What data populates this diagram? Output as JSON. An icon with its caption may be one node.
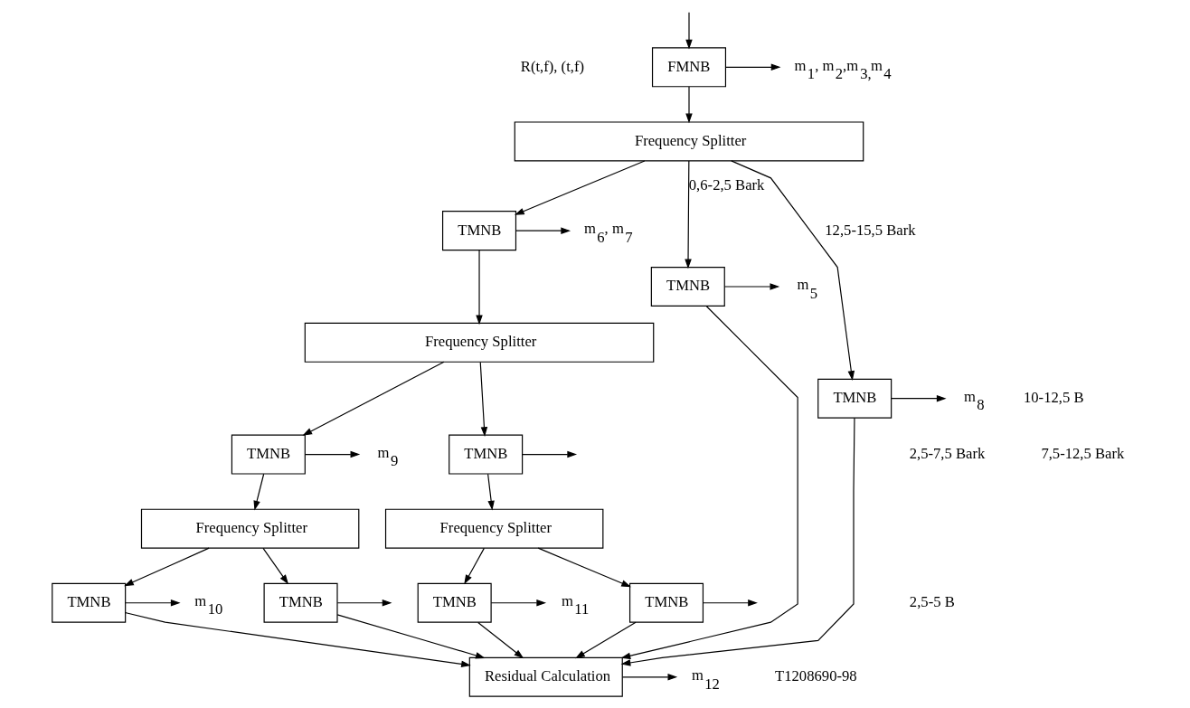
{
  "diagram": {
    "nodes": [
      {
        "text": [
          "FMNB"
        ]
      },
      {
        "text": [
          "m$_{1}$, m$_{2}$,m$_{3,}$m$_{4}$"
        ]
      },
      {
        "text": [
          "Frequency Splitter"
        ]
      },
      {
        "text": [
          "TMNB"
        ]
      },
      {
        "text": [
          "m$_{6}$, m$_{7}$"
        ]
      },
      {
        "text": [
          "Frequency Splitter"
        ]
      },
      {
        "text": [
          "TMNB"
        ]
      },
      {
        "text": [
          "m$_{9}$"
        ]
      },
      {
        "text": [
          "TMNB"
        ]
      },
      {
        "text": [
          "Frequency Splitter"
        ]
      },
      {
        "text": [
          "Frequency Splitter"
        ]
      },
      {
        "text": [
          "TMNB"
        ]
      },
      {
        "text": [
          "m$_{5}$"
        ]
      },
      {
        "text": [
          "TMNB"
        ]
      },
      {
        "text": [
          "m$_{10}$"
        ]
      },
      {
        "text": [
          "TMNB"
        ]
      },
      {
        "text": [
          "TMNB"
        ]
      },
      {
        "text": [
          "m$_{11}$"
        ]
      },
      {
        "text": [
          "TMNB"
        ]
      },
      {
        "text": [
          "TMNB"
        ]
      },
      {
        "text": [
          "m$_{8}$"
        ]
      },
      {
        "text": [
          "Residual Calculation"
        ]
      },
      {
        "text": [
          "m$_{12}$"
        ]
      }
    ],
    "edges": [
      {
        "from": null,
        "to": 0,
        "arrow": "to"
      },
      {
        "from": 0,
        "to": 1,
        "arrow": "to"
      },
      {
        "from": 0,
        "to": 2,
        "arrow": "to"
      },
      {
        "from": 2,
        "to": 11,
        "arrow": "to",
        "label": "0,6-2,5 Bark"
      },
      {
        "from": 2,
        "to": 3,
        "arrow": "to"
      },
      {
        "from": 2,
        "to": 19,
        "arrow": "to",
        "label": "12,5-15,5 Bark"
      },
      {
        "from": 3,
        "to": 4,
        "arrow": "to"
      },
      {
        "from": 3,
        "to": 5,
        "arrow": "to"
      },
      {
        "from": 5,
        "to": 6,
        "arrow": "to"
      },
      {
        "from": 5,
        "to": 8,
        "arrow": "to"
      },
      {
        "from": 6,
        "to": 7,
        "arrow": "to"
      },
      {
        "from": 8,
        "to": null,
        "arrow": "to"
      },
      {
        "from": 6,
        "to": 9,
        "arrow": "to"
      },
      {
        "from": 8,
        "to": 10,
        "arrow": "to"
      },
      {
        "from": 9,
        "to": 13,
        "arrow": "to"
      },
      {
        "from": 9,
        "to": 15,
        "arrow": "to"
      },
      {
        "from": 10,
        "to": 16,
        "arrow": "to"
      },
      {
        "from": 10,
        "to": 18,
        "arrow": "to"
      },
      {
        "from": 11,
        "to": 12,
        "arrow": "to"
      },
      {
        "from": 13,
        "to": 14,
        "arrow": "to"
      },
      {
        "from": 15,
        "to": null,
        "arrow": "to"
      },
      {
        "from": 16,
        "to": 17,
        "arrow": "to"
      },
      {
        "from": 18,
        "to": null,
        "arrow": "to"
      },
      {
        "from": 19,
        "to": 20,
        "arrow": "to"
      },
      {
        "from": 11,
        "to": 21,
        "arrow": "to"
      },
      {
        "from": 13,
        "to": 21,
        "arrow": "to"
      },
      {
        "from": 15,
        "to": 21,
        "arrow": "to"
      },
      {
        "from": 16,
        "to": 21,
        "arrow": "to"
      },
      {
        "from": 18,
        "to": 21,
        "arrow": "to"
      },
      {
        "from": 19,
        "to": 21,
        "arrow": "to"
      },
      {
        "from": 21,
        "to": 22,
        "arrow": "to"
      }
    ],
    "labels": [
      "R(t,f), (t,f)",
      "2,5-7,5 Bark",
      "7,5-12,5 Bark",
      "2,5-5 B",
      "10-12,5 B",
      "T1208690-98"
    ]
  }
}
